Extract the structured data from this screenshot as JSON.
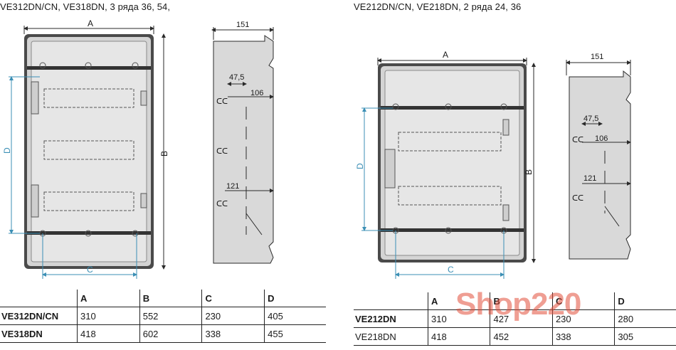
{
  "left": {
    "heading": "VE312DN/CN, VE318DN, 3 ряда 36, 54,",
    "labels": {
      "a": "A",
      "b": "B",
      "c": "C",
      "d": "D",
      "depth": "151",
      "d1": "47,5",
      "d2": "106",
      "d3": "121"
    },
    "table": {
      "headers": [
        "A",
        "B",
        "C",
        "D"
      ],
      "rows": [
        {
          "model": "VE312DN/CN",
          "values": [
            "310",
            "552",
            "230",
            "405"
          ]
        },
        {
          "model": "VE318DN",
          "values": [
            "418",
            "602",
            "338",
            "455"
          ]
        }
      ]
    }
  },
  "right": {
    "heading": "VE212DN/CN, VE218DN, 2 ряда 24, 36",
    "labels": {
      "a": "A",
      "b": "B",
      "c": "C",
      "d": "D",
      "depth": "151",
      "d1": "47,5",
      "d2": "106",
      "d3": "121"
    },
    "table": {
      "headers": [
        "A",
        "B",
        "C",
        "D"
      ],
      "rows": [
        {
          "model": "VE212DN",
          "values": [
            "310",
            "427",
            "230",
            "280"
          ]
        },
        {
          "model": "VE218DN",
          "values": [
            "418",
            "452",
            "338",
            "305"
          ]
        }
      ]
    }
  },
  "watermark": "Shop220",
  "colors": {
    "line": "#2a2a2a",
    "panel": "#d9d9d9",
    "accent": "#3b8fb5",
    "rail": "#333333",
    "watermark": "#e24e3a"
  }
}
